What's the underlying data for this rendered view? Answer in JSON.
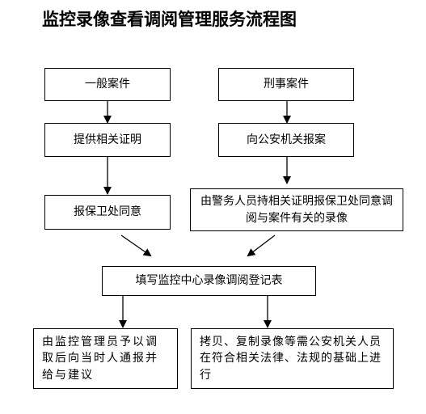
{
  "title": "监控录像查看调阅管理服务流程图",
  "boxes": {
    "general_case": "一般案件",
    "criminal_case": "刑事案件",
    "provide_proof": "提供相关证明",
    "report_police": "向公安机关报案",
    "security_approval": "报保卫处同意",
    "police_view": "由警务人员持相关证明报保卫处同意调阅与案件有关的录像",
    "fill_form": "填写监控中心录像调阅登记表",
    "admin_notify": "由监控管理员予以调取后向当时人通报并给与建议",
    "copy_record": "拷贝、复制录像等需公安机关人员在符合相关法律、法规的基础上进行"
  }
}
